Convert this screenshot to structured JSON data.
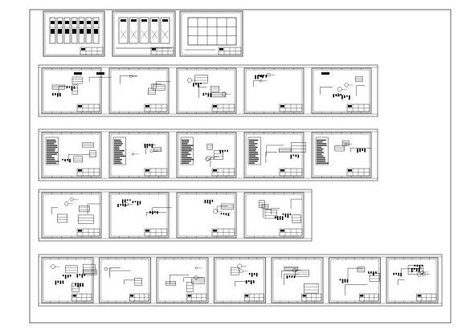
{
  "colors": {
    "background": "#ffffff",
    "stroke": "#000000",
    "fill_dark": "#000000"
  },
  "sheet_rows": [
    {
      "row": 1,
      "sheet_count": 3,
      "style": "overview-sheets"
    },
    {
      "row": 2,
      "sheet_count": 5,
      "style": "schematic-sheets"
    },
    {
      "row": 3,
      "sheet_count": 5,
      "style": "schematic-sheets"
    },
    {
      "row": 4,
      "sheet_count": 4,
      "style": "schematic-sheets"
    },
    {
      "row": 5,
      "sheet_count": 7,
      "style": "schematic-sheets"
    }
  ],
  "total_sheets": 24
}
